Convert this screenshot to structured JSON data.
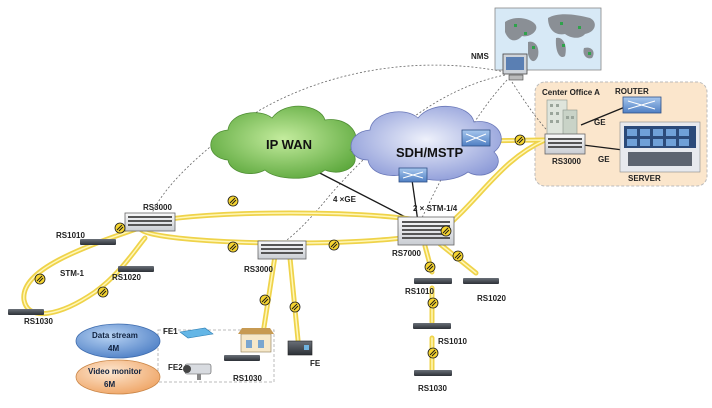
{
  "labels": {
    "nms": "NMS",
    "center_office": "Center Office A",
    "router": "ROUTER",
    "server": "SERVER",
    "ge_top": "GE",
    "ge_bottom": "GE",
    "rs3000_center": "RS3000",
    "ip_wan": "IP WAN",
    "sdh_mstp": "SDH/MSTP",
    "link_4ge": "4 ×GE",
    "link_stm": "2 × STM-1/4",
    "rs3000_left": "RS3000",
    "rs3000_mid": "RS3000",
    "rs7000": "RS7000",
    "rs1010_left": "RS1010",
    "rs1020_left": "RS1020",
    "stm1": "STM-1",
    "rs1030_left": "RS1030",
    "rs1010_r1": "RS1010",
    "rs1020_r": "RS1020",
    "rs1010_r2": "RS1010",
    "rs1030_r": "RS1030",
    "datastream": "Data stream",
    "datastream_rate": "4M",
    "video": "Video monitor",
    "video_rate": "6M",
    "fe1": "FE1",
    "fe2": "FE2",
    "fe": "FE",
    "rs1030_bottom": "RS1030"
  },
  "colors": {
    "ring": "#f2d84a",
    "ring_core": "#fff6b0",
    "ip_cloud": "#7cc35a",
    "sdh_cloud": "#b9c4ea",
    "office_bg": "#fbe6cc",
    "data_oval": "#6f9fd8",
    "video_oval": "#f6c89a"
  }
}
